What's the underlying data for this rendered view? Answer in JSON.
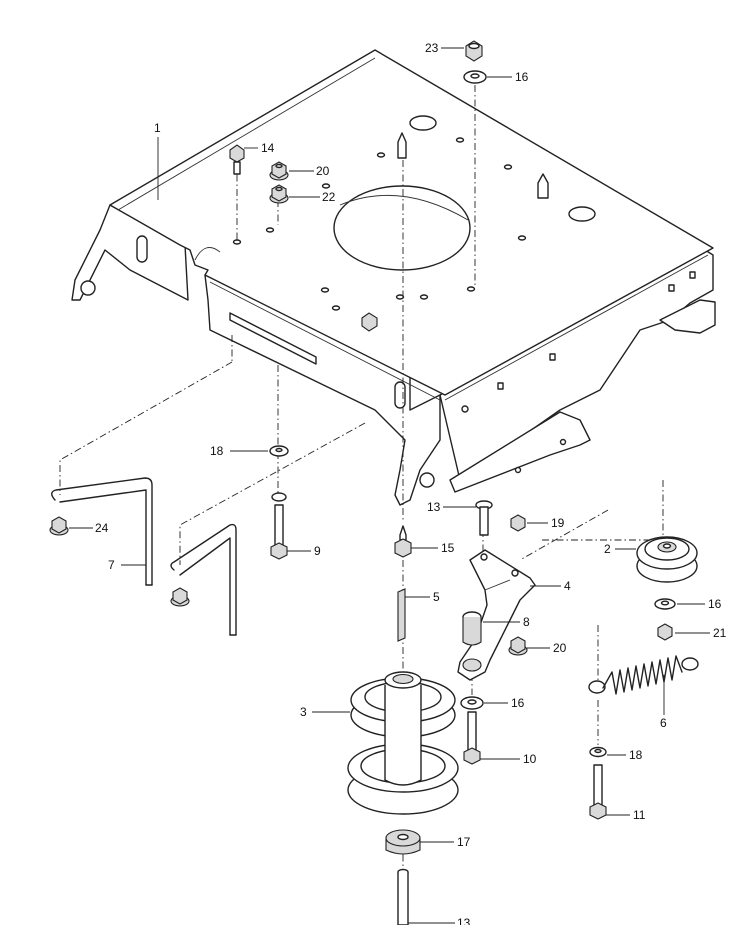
{
  "diagram": {
    "callouts": [
      {
        "id": "c23",
        "text": "23"
      },
      {
        "id": "c16a",
        "text": "16"
      },
      {
        "id": "c1",
        "text": "1"
      },
      {
        "id": "c14",
        "text": "14"
      },
      {
        "id": "c20a",
        "text": "20"
      },
      {
        "id": "c22",
        "text": "22"
      },
      {
        "id": "c18a",
        "text": "18"
      },
      {
        "id": "c24",
        "text": "24"
      },
      {
        "id": "c9",
        "text": "9"
      },
      {
        "id": "c7",
        "text": "7"
      },
      {
        "id": "c13a",
        "text": "13"
      },
      {
        "id": "c19",
        "text": "19"
      },
      {
        "id": "c15",
        "text": "15"
      },
      {
        "id": "c2",
        "text": "2"
      },
      {
        "id": "c4",
        "text": "4"
      },
      {
        "id": "c5",
        "text": "5"
      },
      {
        "id": "c16b",
        "text": "16"
      },
      {
        "id": "c8",
        "text": "8"
      },
      {
        "id": "c21",
        "text": "21"
      },
      {
        "id": "c20b",
        "text": "20"
      },
      {
        "id": "c3",
        "text": "3"
      },
      {
        "id": "c16c",
        "text": "16"
      },
      {
        "id": "c6",
        "text": "6"
      },
      {
        "id": "c10",
        "text": "10"
      },
      {
        "id": "c18b",
        "text": "18"
      },
      {
        "id": "c11",
        "text": "11"
      },
      {
        "id": "c17",
        "text": "17"
      },
      {
        "id": "c13b",
        "text": "13"
      }
    ]
  }
}
